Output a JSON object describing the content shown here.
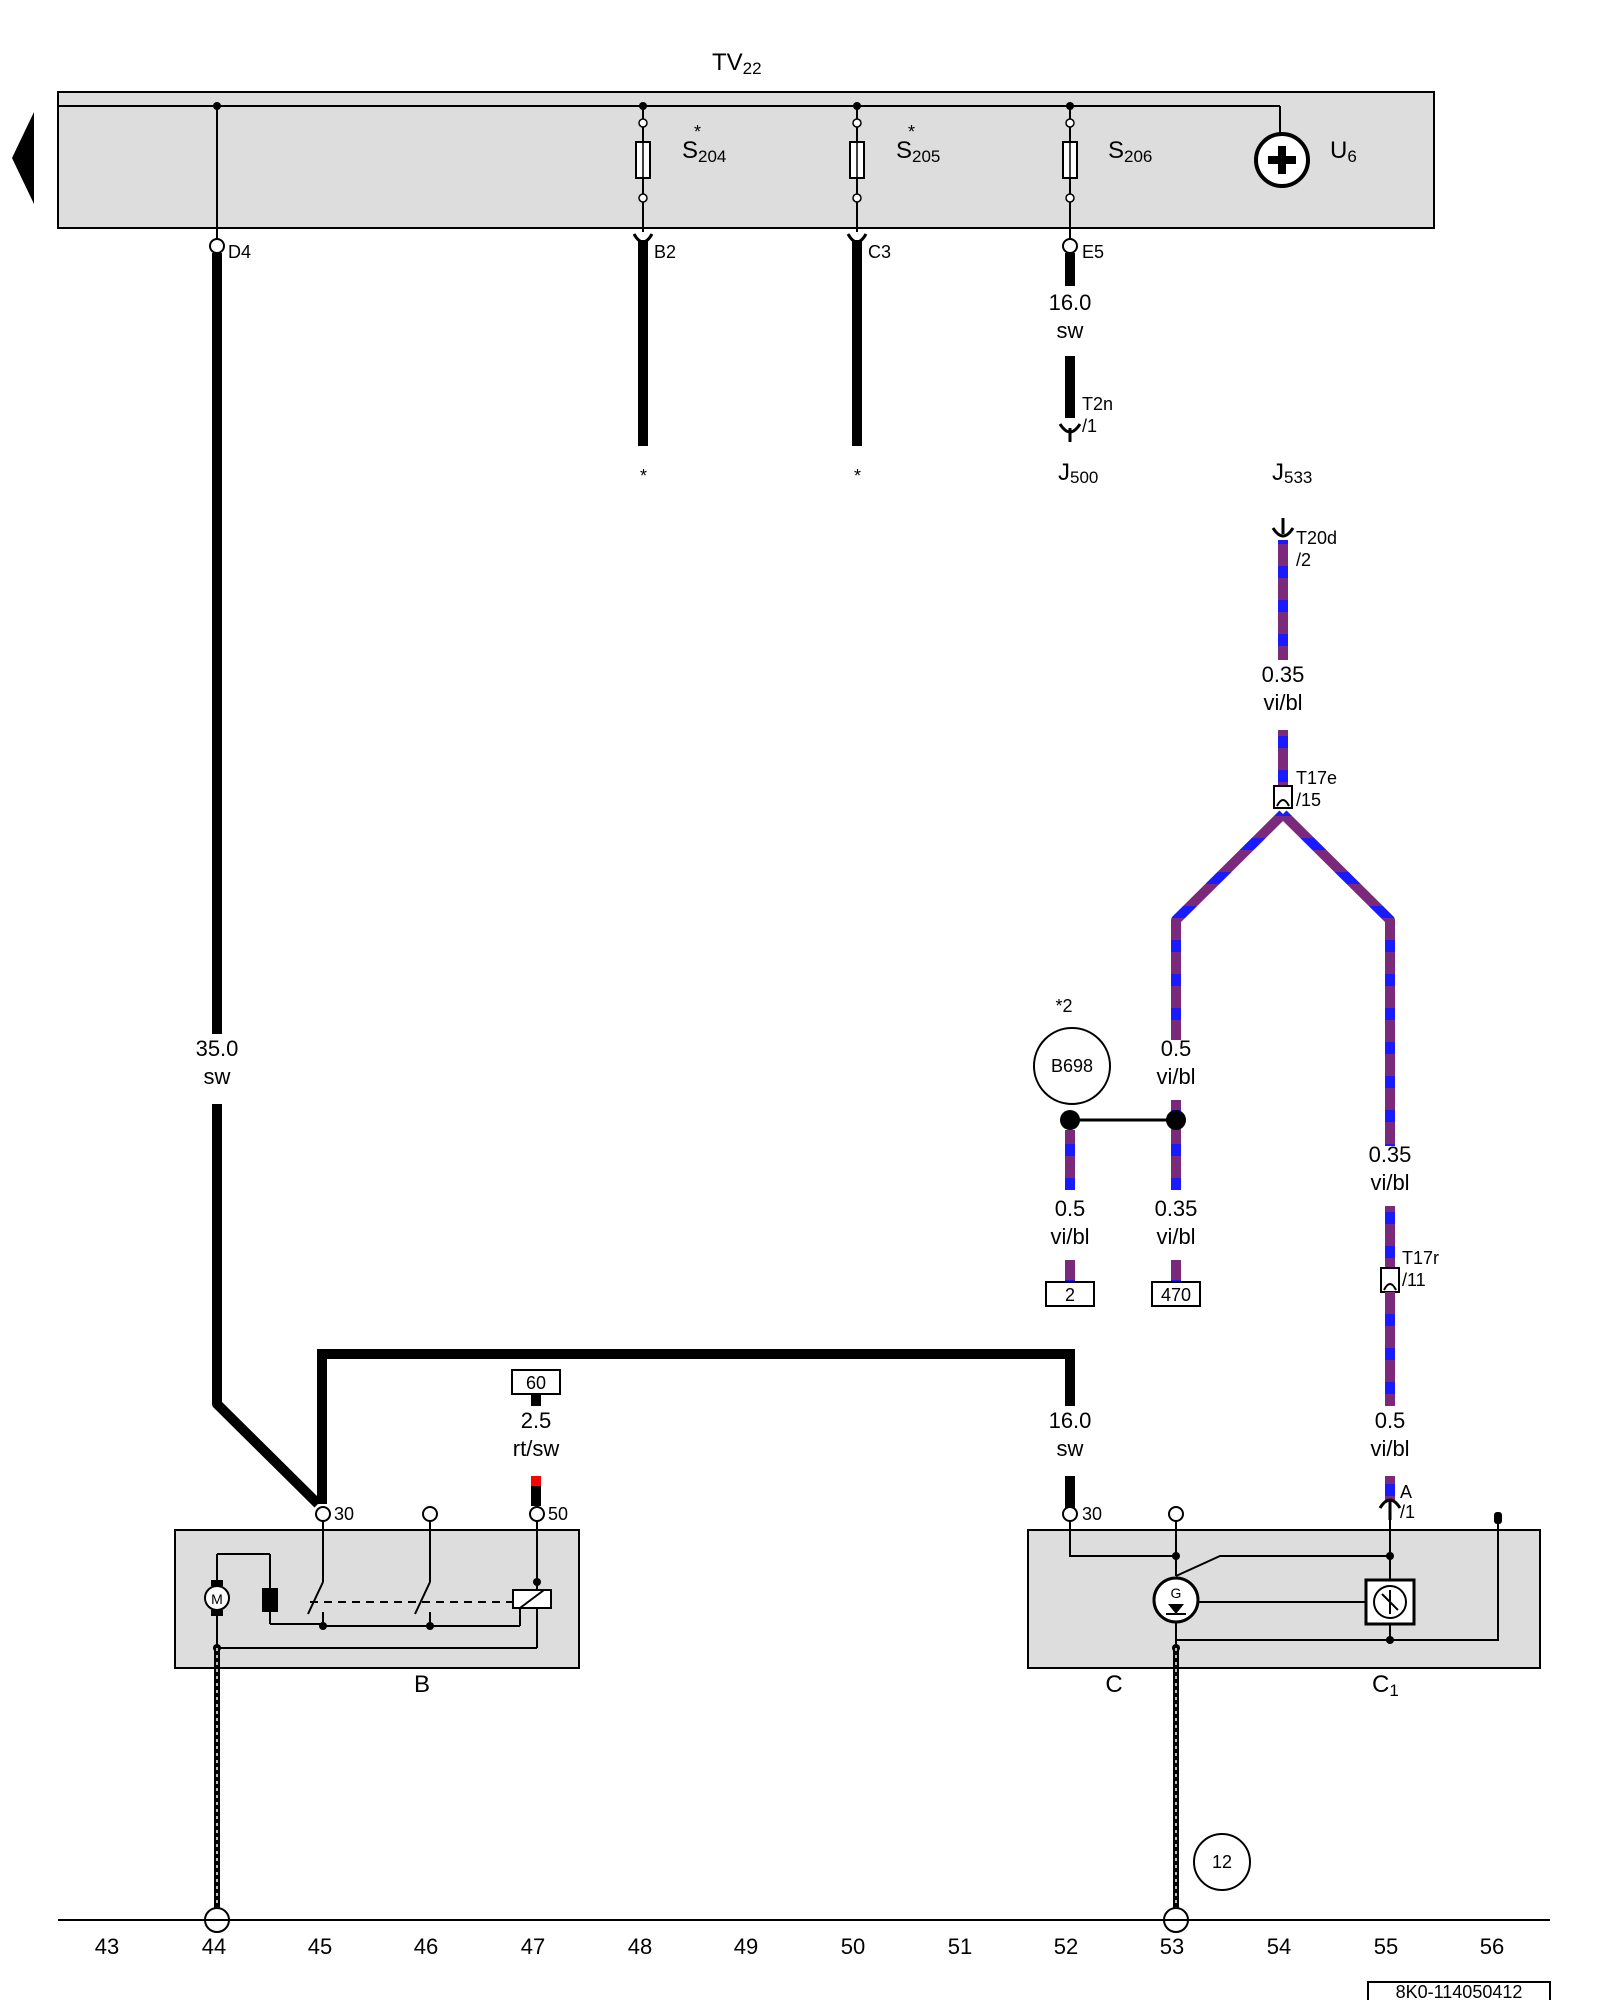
{
  "colors": {
    "panel_fill": "#dddddd",
    "wire_black": "#000000",
    "wire_violet": "#7b2a7b",
    "wire_blue": "#1a1aff",
    "wire_red": "#ff0000",
    "ground_dash": "#bbbbbb"
  },
  "top_panel": {
    "title_main": "TV",
    "title_sub": "22",
    "arrow_icon": "left-triangle-icon",
    "supply_symbol": "plus-circle-icon",
    "supply_label_main": "U",
    "supply_label_sub": "6",
    "fuses": [
      {
        "label_main": "S",
        "label_sub": "204",
        "star": "*",
        "pin": "B2",
        "end_star": "*"
      },
      {
        "label_main": "S",
        "label_sub": "205",
        "star": "*",
        "pin": "C3",
        "end_star": "*"
      },
      {
        "label_main": "S",
        "label_sub": "206",
        "star": "",
        "pin": "E5",
        "end_star": ""
      }
    ],
    "pin_d4": "D4"
  },
  "wires": {
    "w_d4": {
      "size": "35.0",
      "color": "sw"
    },
    "w_e5": {
      "size": "16.0",
      "color": "sw"
    },
    "w_bridge": {
      "size": "16.0",
      "color": "sw"
    },
    "w_50": {
      "size": "2.5",
      "color": "rt/sw"
    },
    "w_j533": {
      "size": "0.35",
      "color": "vi/bl"
    },
    "w_left_branch": {
      "size": "0.5",
      "color": "vi/bl"
    },
    "w_right_branch": {
      "size": "0.35",
      "color": "vi/bl"
    },
    "w_b698": {
      "size": "0.5",
      "color": "vi/bl"
    },
    "w_470": {
      "size": "0.35",
      "color": "vi/bl"
    },
    "w_c1": {
      "size": "0.5",
      "color": "vi/bl"
    }
  },
  "connectors": {
    "t2n": {
      "name": "T2n",
      "pin": "/1"
    },
    "j500": {
      "main": "J",
      "sub": "500"
    },
    "j533": {
      "main": "J",
      "sub": "533"
    },
    "t20d": {
      "name": "T20d",
      "pin": "/2"
    },
    "t17e": {
      "name": "T17e",
      "pin": "/15"
    },
    "t17r": {
      "name": "T17r",
      "pin": "/11"
    },
    "a1": {
      "name": "A",
      "pin": "/1"
    }
  },
  "references": {
    "b698": "B698",
    "b698_note": "*2",
    "box_2": "2",
    "box_470": "470",
    "box_60": "60",
    "ground_ref": "12"
  },
  "components": {
    "starter": {
      "label": "B",
      "pin_30": "30",
      "pin_50": "50",
      "motor": "M"
    },
    "alternator": {
      "label": "C",
      "pin_30": "30",
      "gen": "G"
    },
    "regulator": {
      "label_main": "C",
      "label_sub": "1"
    }
  },
  "bottom_scale": [
    "43",
    "44",
    "45",
    "46",
    "47",
    "48",
    "49",
    "50",
    "51",
    "52",
    "53",
    "54",
    "55",
    "56"
  ],
  "doc_code": "8K0-114050412"
}
